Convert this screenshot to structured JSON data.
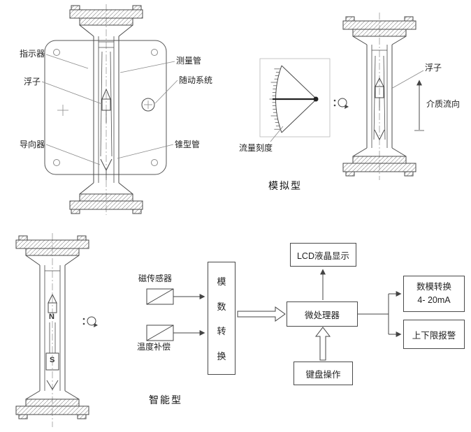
{
  "section_view": {
    "labels": {
      "indicator": "指示器",
      "float": "浮子",
      "guide": "导向器",
      "measuring_tube": "测量管",
      "follow_system": "随动系统",
      "cone_tube": "锥型管"
    }
  },
  "analog_view": {
    "scale_label": "流量刻度",
    "type_label": "模拟型",
    "float_label": "浮子",
    "flow_direction_label": "介质流向"
  },
  "smart_view": {
    "type_label": "智能型",
    "magnet_north": "N",
    "magnet_south": "S",
    "magnetic_sensor": "磁传感器",
    "temperature_compensation": "温度补偿",
    "adc_chars": [
      "模",
      "数",
      "转",
      "换"
    ],
    "lcd_display": "LCD液晶显示",
    "microprocessor": "微处理器",
    "keyboard": "键盘操作",
    "dac_line1": "数模转换",
    "dac_line2": "4- 20mA",
    "alarm": "上下限报警"
  },
  "colors": {
    "line": "#4a4a4a",
    "text": "#222222",
    "hatch": "#9a9a9a"
  }
}
